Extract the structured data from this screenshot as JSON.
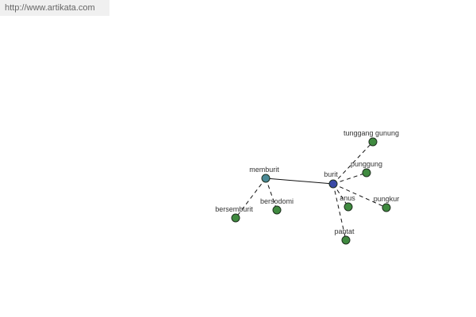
{
  "site": {
    "url_text": "http://www.artikata.com"
  },
  "colors": {
    "center_node": "#3a4aa6",
    "hub_node": "#4a8a96",
    "leaf_node": "#3f8a3f",
    "node_stroke": "#1f2f1f",
    "edge": "#111111"
  },
  "graph": {
    "nodes": {
      "burit": "burit",
      "memburit": "memburit",
      "tunggang_gunung": "tunggang gunung",
      "punggung": "punggung",
      "anus": "anus",
      "pungkur": "pungkur",
      "pantat": "pantat",
      "bersemburit": "bersemburit",
      "bersodomi": "bersodomi"
    }
  }
}
